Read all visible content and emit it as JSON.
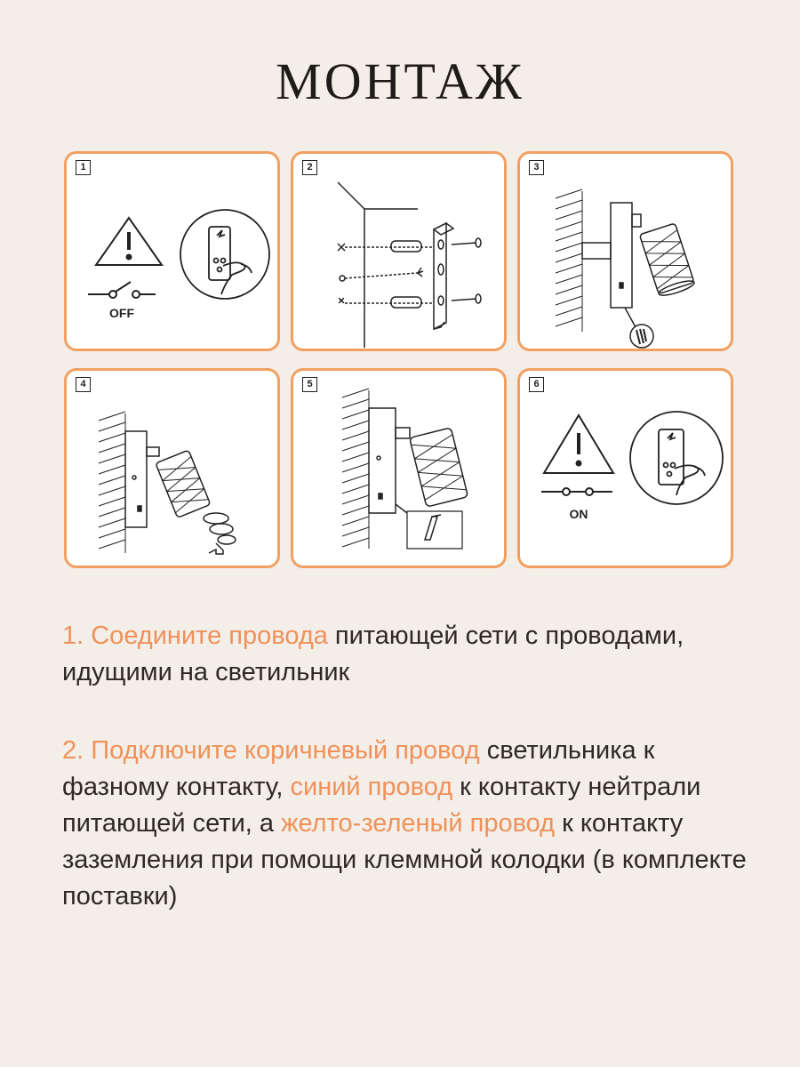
{
  "title": "МОНТАЖ",
  "panels": [
    {
      "num": "1",
      "caption": "OFF"
    },
    {
      "num": "2"
    },
    {
      "num": "3"
    },
    {
      "num": "4"
    },
    {
      "num": "5"
    },
    {
      "num": "6",
      "caption": "ON"
    }
  ],
  "steps": [
    {
      "parts": [
        {
          "text": "1. Соедините провода",
          "accent": true
        },
        {
          "text": " питающей сети с проводами, идущими на светильник",
          "accent": false
        }
      ]
    },
    {
      "parts": [
        {
          "text": "2. Подключите коричневый провод",
          "accent": true
        },
        {
          "text": " светильника к фазному контакту, ",
          "accent": false
        },
        {
          "text": "синий провод",
          "accent": true
        },
        {
          "text": " к контакту нейтрали питающей сети, а ",
          "accent": false
        },
        {
          "text": "желто-зеленый провод",
          "accent": true
        },
        {
          "text": " к контакту заземления при помощи клеммной колодки (в комплекте поставки)",
          "accent": false
        }
      ]
    }
  ],
  "colors": {
    "accent": "#f0915a",
    "panel_border": "#f2a062",
    "background": "#f3eee8"
  },
  "icons": [
    "warning-triangle-icon",
    "switch-off-icon",
    "switch-on-icon",
    "wall-plate-icon",
    "hand-icon",
    "lamp-icon"
  ]
}
